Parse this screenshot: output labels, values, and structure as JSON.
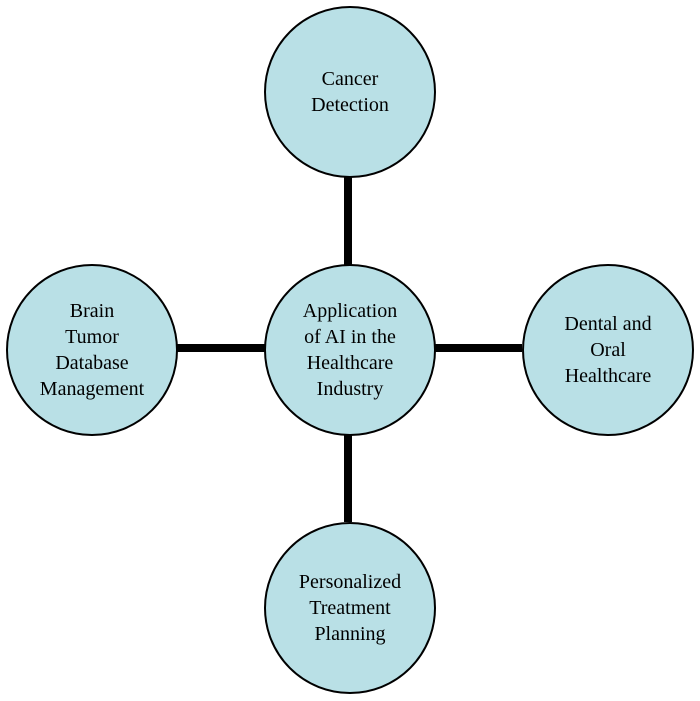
{
  "diagram": {
    "center": {
      "lines": [
        "Application",
        "of AI in the",
        "Healthcare",
        "Industry"
      ]
    },
    "top": {
      "lines": [
        "Cancer",
        "Detection"
      ]
    },
    "left": {
      "lines": [
        "Brain",
        "Tumor",
        "Database",
        "Management"
      ]
    },
    "right": {
      "lines": [
        "Dental and",
        "Oral",
        "Healthcare"
      ]
    },
    "bottom": {
      "lines": [
        "Personalized",
        "Treatment",
        "Planning"
      ]
    },
    "colors": {
      "node_fill": "#b9e0e6",
      "outline": "#000000",
      "connector": "#000000"
    }
  }
}
